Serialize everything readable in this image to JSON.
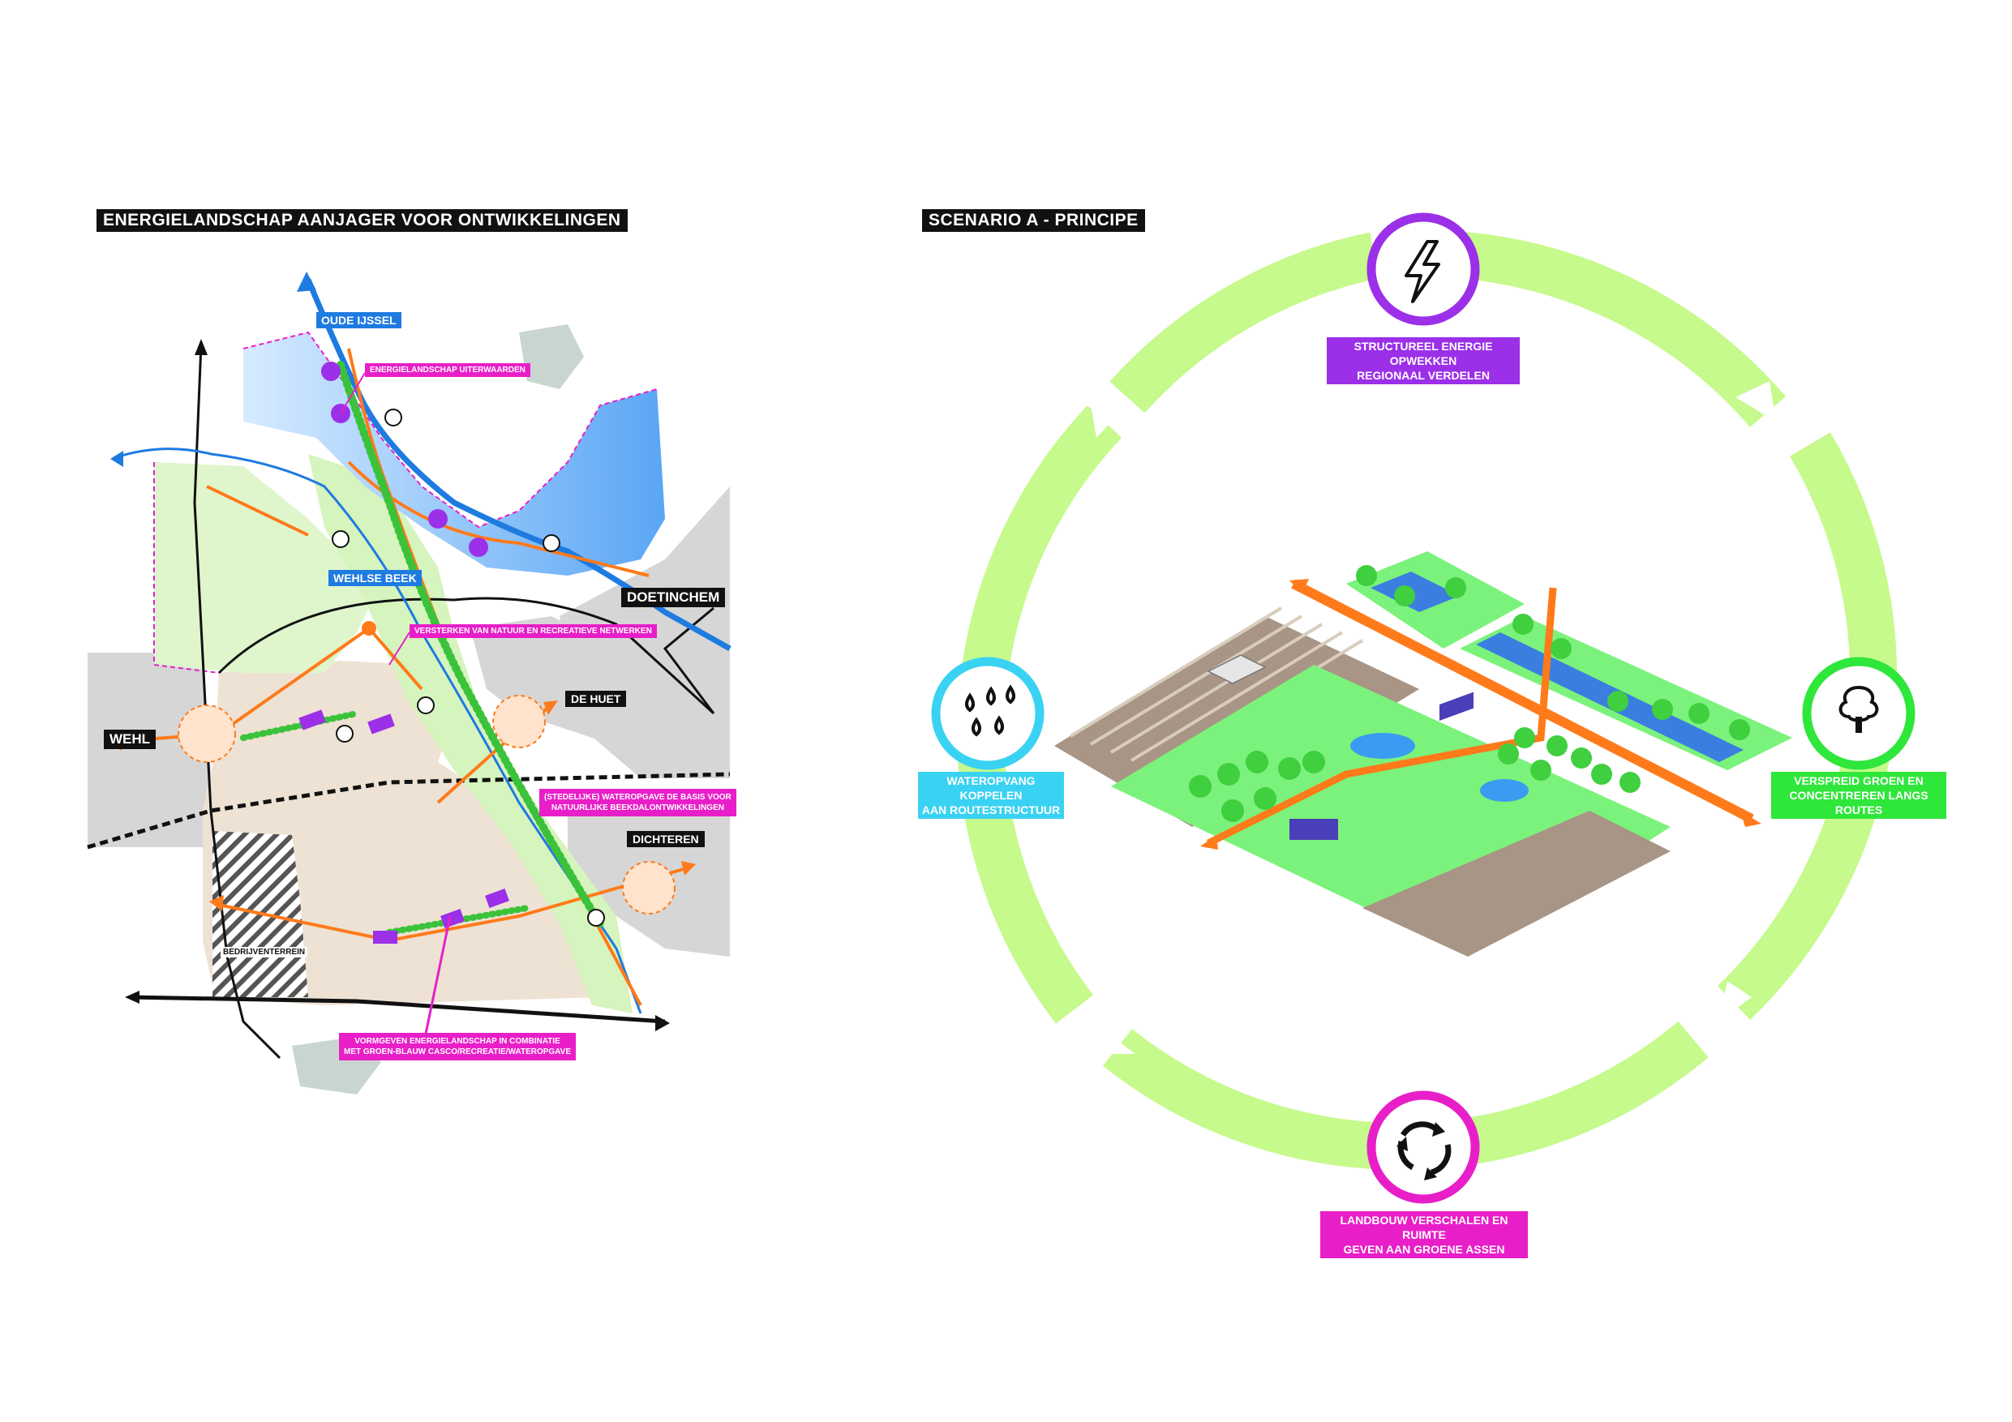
{
  "left": {
    "title": "ENERGIELANDSCHAP AANJAGER VOOR ONTWIKKELINGEN",
    "labels": {
      "oude_ijssel": "OUDE IJSSEL",
      "uiterwaarden": "ENERGIELANDSCHAP UITERWAARDEN",
      "wehlse_beek": "WEHLSE BEEK",
      "doetinchem": "DOETINCHEM",
      "versterken": "VERSTERKEN VAN NATUUR EN RECREATIEVE NETWERKEN",
      "de_huet": "DE HUET",
      "wehl": "WEHL",
      "wateropgave_1": "(STEDELIJKE) WATEROPGAVE DE BASIS VOOR",
      "wateropgave_2": "NATUURLIJKE BEEKDALONTWIKKELINGEN",
      "dichteren": "DICHTEREN",
      "bedrijventerrein": "BEDRIJVENTERREIN",
      "vormgeven_1": "VORMGEVEN ENERGIELANDSCHAP IN COMBINATIE",
      "vormgeven_2": "MET GROEN-BLAUW CASCO/RECREATIE/WATEROPGAVE"
    }
  },
  "right": {
    "title": "SCENARIO A - PRINCIPE",
    "nodes": {
      "energie_1": "STRUCTUREEL ENERGIE OPWEKKEN",
      "energie_2": "REGIONAAL VERDELEN",
      "water_1": "WATEROPVANG KOPPELEN",
      "water_2": "AAN ROUTESTRUCTUUR",
      "groen_1": "VERSPREID GROEN EN",
      "groen_2": "CONCENTREREN LANGS ROUTES",
      "landbouw_1": "LANDBOUW VERSCHALEN EN RUIMTE",
      "landbouw_2": "GEVEN AAN GROENE ASSEN"
    }
  },
  "colors": {
    "magenta": "#e81fc8",
    "purple": "#9b30e8",
    "cyan": "#3ad2f2",
    "green": "#2fe63a",
    "ring": "#c6fa8c",
    "orange": "#ff7a1a",
    "blue": "#1e7be0"
  },
  "icons": [
    "lightning-icon",
    "water-drops-icon",
    "tree-icon",
    "recycle-arrows-icon"
  ]
}
